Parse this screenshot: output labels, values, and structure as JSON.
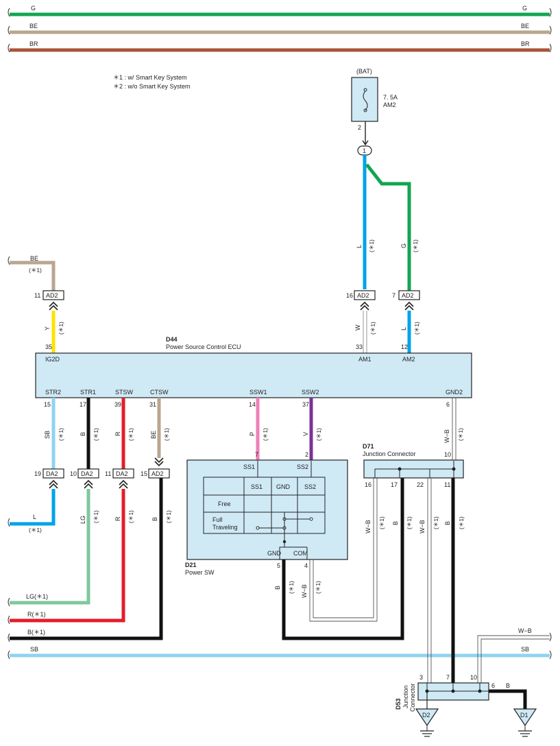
{
  "bus": [
    {
      "id": "G",
      "label": "G",
      "color": "#12a550"
    },
    {
      "id": "BE",
      "label": "BE",
      "color": "#b9a690"
    },
    {
      "id": "BR",
      "label": "BR",
      "color": "#a9533a"
    }
  ],
  "legend": {
    "note1": "＊1 : w/ Smart Key System",
    "note2": "＊2 : w/o Smart Key System"
  },
  "fuse": {
    "source": "(BAT)",
    "rating": "7. 5A",
    "name": "AM2",
    "pin": "2",
    "junction": "1"
  },
  "ecu": {
    "code": "D44",
    "name": "Power Source Control ECU",
    "top_pins": [
      {
        "term": "IG2D",
        "pin": "35"
      },
      {
        "term": "AM1",
        "pin": "33"
      },
      {
        "term": "AM2",
        "pin": "12"
      }
    ],
    "bottom_pins": [
      {
        "term": "STR2",
        "pin": "15"
      },
      {
        "term": "STR1",
        "pin": "17"
      },
      {
        "term": "STSW",
        "pin": "39"
      },
      {
        "term": "CTSW",
        "pin": "31"
      },
      {
        "term": "SSW1",
        "pin": "14"
      },
      {
        "term": "SSW2",
        "pin": "37"
      },
      {
        "term": "GND2",
        "pin": "6"
      }
    ]
  },
  "connectors": {
    "ad2_11": "AD2",
    "ad2_11_pin": "11",
    "ad2_16": "AD2",
    "ad2_16_pin": "16",
    "ad2_7": "AD2",
    "ad2_7_pin": "7",
    "da2_19": "DA2",
    "da2_19_pin": "19",
    "da2_10": "DA2",
    "da2_10_pin": "10",
    "da2_11": "DA2",
    "da2_11_pin": "11",
    "ad2_15": "AD2",
    "ad2_15_pin": "15"
  },
  "wire_labels": {
    "be_top": "BE",
    "be_top_note": "(＊1)",
    "y": "Y",
    "y_note": "(＊1)",
    "l_upper": "L",
    "l_upper_note": "(＊1)",
    "g_upper": "G",
    "g_upper_note": "(＊1)",
    "w_am1": "W",
    "w_am1_note": "(＊1)",
    "l_am2": "L",
    "l_am2_note": "(＊1)",
    "sb": "SB",
    "sb_note": "(＊1)",
    "b_str1": "B",
    "b_str1_note": "(＊1)",
    "r_stsw": "R",
    "r_stsw_note": "(＊1)",
    "be_ctsw": "BE",
    "be_ctsw_note": "(＊1)",
    "p": "P",
    "p_note": "(＊1)",
    "v": "V",
    "v_note": "(＊1)",
    "wb_gnd2": "W−B",
    "wb_gnd2_note": "(＊1)",
    "l_bottom": "L",
    "l_bottom_note": "(＊1)",
    "lg": "LG",
    "lg_note": "(＊1)",
    "r_lower": "R",
    "r_lower_note": "(＊1)",
    "b_lower": "B",
    "b_lower_note": "(＊1)",
    "b_gnd5": "B",
    "b_gnd5_note": "(＊1)",
    "wb_com4": "W−B",
    "wb_com4_note": "(＊1)",
    "wb_16": "W−B",
    "wb_16_note": "(＊1)",
    "b_17": "B",
    "b_17_note": "(＊1)",
    "wb_22": "W−B",
    "wb_22_note": "(＊1)",
    "b_11": "B",
    "b_11_note": "(＊1)",
    "lg_left": "LG(＊1)",
    "r_left": "R(＊1)",
    "b_left": "B(＊1)",
    "sb_bus": "SB",
    "sb_bus_right": "SB",
    "wb_right": "W−B",
    "b_d53": "B"
  },
  "power_sw": {
    "code": "D21",
    "name": "Power SW",
    "top_pins": [
      {
        "term": "SS1",
        "pin": "7"
      },
      {
        "term": "SS2",
        "pin": "2"
      }
    ],
    "bottom_pins": [
      {
        "term": "GND",
        "pin": "5"
      },
      {
        "term": "COM",
        "pin": "4"
      }
    ],
    "table_headers": [
      "SS1",
      "GND",
      "SS2"
    ],
    "rows": [
      "Free",
      "Full\nTraveling"
    ],
    "row_free": "Free",
    "row_full1": "Full",
    "row_full2": "Traveling"
  },
  "d71": {
    "code": "D71",
    "name": "Junction Connector",
    "pin_top": "10",
    "pins_bottom": [
      "16",
      "17",
      "22",
      "11"
    ]
  },
  "d53": {
    "code": "D53",
    "name1": "Junction",
    "name2": "Connector",
    "pins": [
      "3",
      "7",
      "10",
      "6"
    ]
  },
  "grounds": {
    "g1": "D2",
    "g2": "D1"
  }
}
